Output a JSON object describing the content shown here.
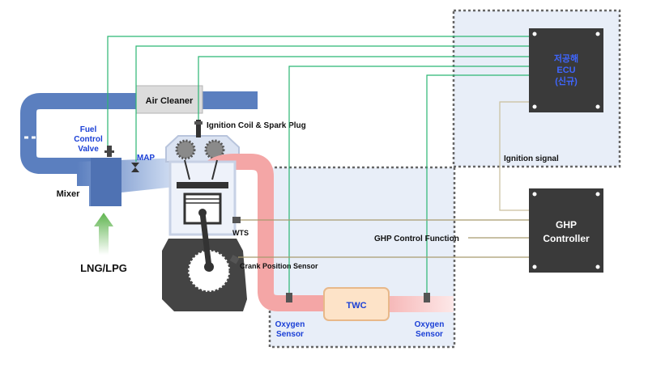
{
  "labels": {
    "air_cleaner": "Air Cleaner",
    "ignition_coil": "Ignition Coil & Spark Plug",
    "fuel_valve": [
      "Fuel",
      "Control",
      "Valve"
    ],
    "map": "MAP",
    "mixer": "Mixer",
    "fuel_source": "LNG/LPG",
    "wts": "WTS",
    "crank_sensor": "Crank Position  Sensor",
    "twc": "TWC",
    "oxygen_sensor_1": [
      "Oxygen",
      "Sensor"
    ],
    "oxygen_sensor_2": [
      "Oxygen",
      "Sensor"
    ],
    "ecu": [
      "저공해",
      "ECU",
      "(신규)"
    ],
    "ignition_signal": "Ignition signal",
    "ghp_controller": [
      "GHP",
      "Controller"
    ],
    "ghp_control_function": "GHP Control Function"
  },
  "colors": {
    "signal_line": "#2bb673",
    "control_line": "#a89a6e",
    "controller_fill": "#3a3a3a",
    "ecu_text": "#1a3fd6",
    "blue_label": "#1a3fd6",
    "intake_pipe": "#5b7fbf",
    "exhaust_pipe": "#f4a6a6",
    "twc_fill": "#fde3c8",
    "zone_fill": "#e8eef8",
    "arrow_green": "#7cc46a"
  }
}
